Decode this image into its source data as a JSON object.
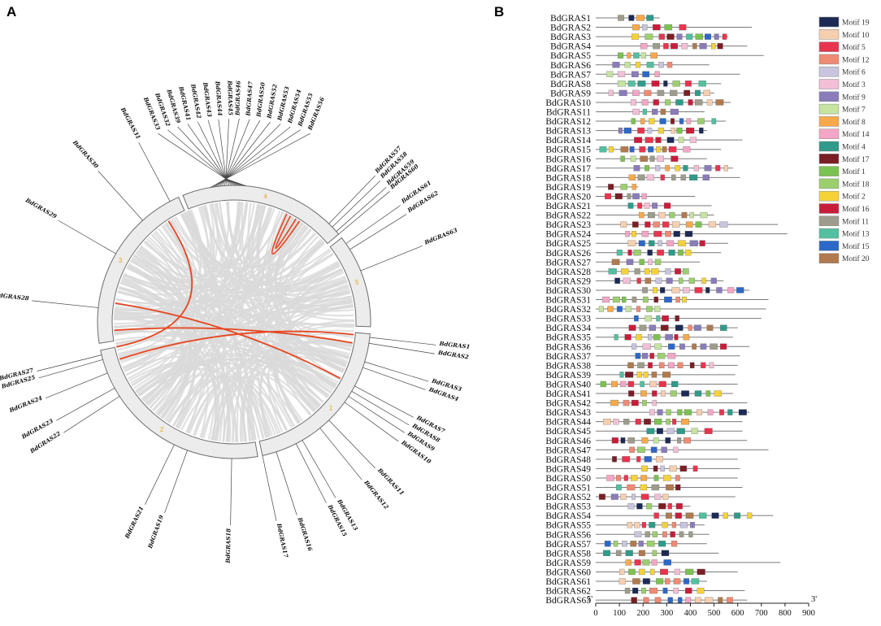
{
  "panel_a": {
    "label": "A",
    "chromosomes": [
      {
        "label": "1",
        "start": 95,
        "end": 168
      },
      {
        "label": "2",
        "start": 170,
        "end": 258
      },
      {
        "label": "3",
        "start": 261,
        "end": 336
      },
      {
        "label": "4",
        "start": 338,
        "end": 50
      },
      {
        "label": "5",
        "start": 52,
        "end": 92
      }
    ],
    "genes": [
      {
        "name": "BdGRAS1",
        "angle": 96.5
      },
      {
        "name": "BdGRAS2",
        "angle": 99
      },
      {
        "name": "BdGRAS3",
        "angle": 107
      },
      {
        "name": "BdGRAS4",
        "angle": 109.5
      },
      {
        "name": "BdGRAS7",
        "angle": 118
      },
      {
        "name": "BdGRAS8",
        "angle": 120.5
      },
      {
        "name": "BdGRAS9",
        "angle": 123
      },
      {
        "name": "BdGRAS10",
        "angle": 126
      },
      {
        "name": "BdGRAS11",
        "angle": 136
      },
      {
        "name": "BdGRAS12",
        "angle": 141
      },
      {
        "name": "BdGRAS13",
        "angle": 150
      },
      {
        "name": "BdGRAS15",
        "angle": 153
      },
      {
        "name": "BdGRAS16",
        "angle": 162
      },
      {
        "name": "BdGRAS17",
        "angle": 168
      },
      {
        "name": "BdGRAS18",
        "angle": 181
      },
      {
        "name": "BdGRAS19",
        "angle": 200
      },
      {
        "name": "BdGRAS21",
        "angle": 206
      },
      {
        "name": "BdGRAS22",
        "angle": 237
      },
      {
        "name": "BdGRAS23",
        "angle": 241
      },
      {
        "name": "BdGRAS24",
        "angle": 248
      },
      {
        "name": "BdGRAS25",
        "angle": 254
      },
      {
        "name": "BdGRAS27",
        "angle": 256
      },
      {
        "name": "BdGRAS28",
        "angle": 276
      },
      {
        "name": "BdGRAS29",
        "angle": 300
      },
      {
        "name": "BdGRAS30",
        "angle": 318
      },
      {
        "name": "BdGRAS31",
        "angle": 332
      },
      {
        "name": "BdGRAS33",
        "angle": 350
      },
      {
        "name": "BdGRAS32",
        "angle": 351
      },
      {
        "name": "BdGRAS39",
        "angle": 352
      },
      {
        "name": "BdGRAS41",
        "angle": 353
      },
      {
        "name": "BdGRAS42",
        "angle": 354
      },
      {
        "name": "BdGRAS43",
        "angle": 355
      },
      {
        "name": "BdGRAS44",
        "angle": 356
      },
      {
        "name": "BdGRAS45",
        "angle": 357
      },
      {
        "name": "BdGRAS46",
        "angle": 358
      },
      {
        "name": "BdGRAS47",
        "angle": 359
      },
      {
        "name": "BdGRAS50",
        "angle": 0
      },
      {
        "name": "BdGRAS52",
        "angle": 1
      },
      {
        "name": "BdGRAS53",
        "angle": 2
      },
      {
        "name": "BdGRAS54",
        "angle": 3
      },
      {
        "name": "BdGRAS55",
        "angle": 4
      },
      {
        "name": "BdGRAS56",
        "angle": 5
      },
      {
        "name": "BdGRAS57",
        "angle": 44
      },
      {
        "name": "BdGRAS58",
        "angle": 46
      },
      {
        "name": "BdGRAS59",
        "angle": 48.5
      },
      {
        "name": "BdGRAS60",
        "angle": 50
      },
      {
        "name": "BdGRAS61",
        "angle": 55
      },
      {
        "name": "BdGRAS62",
        "angle": 58
      },
      {
        "name": "BdGRAS63",
        "angle": 68
      }
    ],
    "highlight_links": [
      [
        100,
        266
      ],
      [
        96,
        252
      ],
      [
        118,
        279
      ],
      [
        258,
        327
      ],
      [
        26,
        33
      ]
    ]
  },
  "panel_b": {
    "label": "B",
    "axis": {
      "min": 0,
      "max": 900,
      "ticks": [
        0,
        100,
        200,
        300,
        400,
        500,
        600,
        700,
        800,
        900
      ],
      "left_end": "5'",
      "right_end": "3'"
    },
    "legend": [
      {
        "name": "Motif 19",
        "color": "#1c2a55"
      },
      {
        "name": "Motif 10",
        "color": "#f6cfb0"
      },
      {
        "name": "Motif 5",
        "color": "#e8344e"
      },
      {
        "name": "Motif 12",
        "color": "#ef8a74"
      },
      {
        "name": "Motif 6",
        "color": "#c9c5de"
      },
      {
        "name": "Motif 3",
        "color": "#f2bfd6"
      },
      {
        "name": "Motif 9",
        "color": "#8a7cb8"
      },
      {
        "name": "Motif 7",
        "color": "#c6e3a0"
      },
      {
        "name": "Motif 8",
        "color": "#f8a94a"
      },
      {
        "name": "Motif 14",
        "color": "#f4a6c6"
      },
      {
        "name": "Motif 4",
        "color": "#2f9b8a"
      },
      {
        "name": "Motif 17",
        "color": "#7a1e26"
      },
      {
        "name": "Motif 1",
        "color": "#7cc251"
      },
      {
        "name": "Motif 18",
        "color": "#9ccf6e"
      },
      {
        "name": "Motif 2",
        "color": "#f6d239"
      },
      {
        "name": "Motif 16",
        "color": "#c81d3a"
      },
      {
        "name": "Motif 11",
        "color": "#9e9c8c"
      },
      {
        "name": "Motif 13",
        "color": "#52c0a0"
      },
      {
        "name": "Motif 15",
        "color": "#2c68c8"
      },
      {
        "name": "Motif 20",
        "color": "#b07a4e"
      }
    ],
    "genes": [
      {
        "name": "BdGRAS1",
        "length": 270
      },
      {
        "name": "BdGRAS2",
        "length": 660
      },
      {
        "name": "BdGRAS3",
        "length": 560
      },
      {
        "name": "BdGRAS4",
        "length": 640
      },
      {
        "name": "BdGRAS5",
        "length": 710
      },
      {
        "name": "BdGRAS6",
        "length": 480
      },
      {
        "name": "BdGRAS7",
        "length": 610
      },
      {
        "name": "BdGRAS8",
        "length": 530
      },
      {
        "name": "BdGRAS9",
        "length": 500
      },
      {
        "name": "BdGRAS10",
        "length": 570
      },
      {
        "name": "BdGRAS11",
        "length": 460
      },
      {
        "name": "BdGRAS12",
        "length": 550
      },
      {
        "name": "BdGRAS13",
        "length": 470
      },
      {
        "name": "BdGRAS14",
        "length": 620
      },
      {
        "name": "BdGRAS15",
        "length": 530
      },
      {
        "name": "BdGRAS16",
        "length": 470
      },
      {
        "name": "BdGRAS17",
        "length": 580
      },
      {
        "name": "BdGRAS18",
        "length": 610
      },
      {
        "name": "BdGRAS19",
        "length": 180
      },
      {
        "name": "BdGRAS20",
        "length": 420
      },
      {
        "name": "BdGRAS21",
        "length": 490
      },
      {
        "name": "BdGRAS22",
        "length": 500
      },
      {
        "name": "BdGRAS23",
        "length": 770
      },
      {
        "name": "BdGRAS24",
        "length": 810
      },
      {
        "name": "BdGRAS25",
        "length": 560
      },
      {
        "name": "BdGRAS26",
        "length": 530
      },
      {
        "name": "BdGRAS27",
        "length": 440
      },
      {
        "name": "BdGRAS28",
        "length": 390
      },
      {
        "name": "BdGRAS29",
        "length": 540
      },
      {
        "name": "BdGRAS30",
        "length": 650
      },
      {
        "name": "BdGRAS31",
        "length": 730
      },
      {
        "name": "BdGRAS32",
        "length": 720
      },
      {
        "name": "BdGRAS33",
        "length": 700
      },
      {
        "name": "BdGRAS34",
        "length": 600
      },
      {
        "name": "BdGRAS35",
        "length": 580
      },
      {
        "name": "BdGRAS36",
        "length": 650
      },
      {
        "name": "BdGRAS37",
        "length": 610
      },
      {
        "name": "BdGRAS38",
        "length": 600
      },
      {
        "name": "BdGRAS39",
        "length": 590
      },
      {
        "name": "BdGRAS40",
        "length": 600
      },
      {
        "name": "BdGRAS41",
        "length": 580
      },
      {
        "name": "BdGRAS42",
        "length": 640
      },
      {
        "name": "BdGRAS43",
        "length": 650
      },
      {
        "name": "BdGRAS44",
        "length": 620
      },
      {
        "name": "BdGRAS45",
        "length": 620
      },
      {
        "name": "BdGRAS46",
        "length": 640
      },
      {
        "name": "BdGRAS47",
        "length": 730
      },
      {
        "name": "BdGRAS48",
        "length": 600
      },
      {
        "name": "BdGRAS49",
        "length": 610
      },
      {
        "name": "BdGRAS50",
        "length": 600
      },
      {
        "name": "BdGRAS51",
        "length": 620
      },
      {
        "name": "BdGRAS52",
        "length": 590
      },
      {
        "name": "BdGRAS53",
        "length": 400
      },
      {
        "name": "BdGRAS54",
        "length": 750
      },
      {
        "name": "BdGRAS55",
        "length": 460
      },
      {
        "name": "BdGRAS56",
        "length": 480
      },
      {
        "name": "BdGRAS57",
        "length": 470
      },
      {
        "name": "BdGRAS58",
        "length": 520
      },
      {
        "name": "BdGRAS59",
        "length": 780
      },
      {
        "name": "BdGRAS60",
        "length": 600
      },
      {
        "name": "BdGRAS61",
        "length": 470
      },
      {
        "name": "BdGRAS62",
        "length": 630
      },
      {
        "name": "BdGRAS63",
        "length": 640
      }
    ]
  }
}
